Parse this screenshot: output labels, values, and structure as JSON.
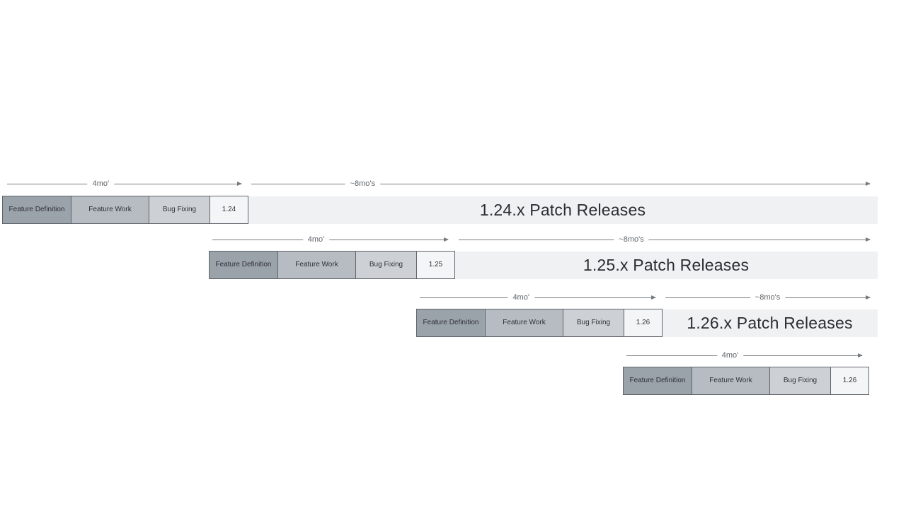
{
  "rows": [
    {
      "version": "1.24",
      "dev_arrow_label": "4mo'",
      "patch_arrow_label": "~8mo's",
      "phases": {
        "definition": "Feature Definition",
        "work": "Feature Work",
        "bugfix": "Bug Fixing"
      },
      "patch_bar_text": "1.24.x Patch Releases"
    },
    {
      "version": "1.25",
      "dev_arrow_label": "4mo'",
      "patch_arrow_label": "~8mo's",
      "phases": {
        "definition": "Feature Definition",
        "work": "Feature Work",
        "bugfix": "Bug Fixing"
      },
      "patch_bar_text": "1.25.x Patch Releases"
    },
    {
      "version": "1.26",
      "dev_arrow_label": "4mo'",
      "patch_arrow_label": "~8mo's",
      "phases": {
        "definition": "Feature Definition",
        "work": "Feature Work",
        "bugfix": "Bug Fixing"
      },
      "patch_bar_text": "1.26.x Patch Releases"
    },
    {
      "version": "1.26",
      "dev_arrow_label": "4mo'",
      "phases": {
        "definition": "Feature Definition",
        "work": "Feature Work",
        "bugfix": "Bug Fixing"
      }
    }
  ],
  "colors": {
    "feature_definition_fill": "#9aa2aa",
    "feature_work_fill": "#b6bcc2",
    "bug_fixing_fill": "#cdd1d5",
    "version_box_fill": "#f4f5f6",
    "block_border": "#5f646a",
    "patch_bar_fill": "#f0f1f3",
    "patch_text_color": "#2b2d30",
    "arrow_color": "#767b80"
  }
}
